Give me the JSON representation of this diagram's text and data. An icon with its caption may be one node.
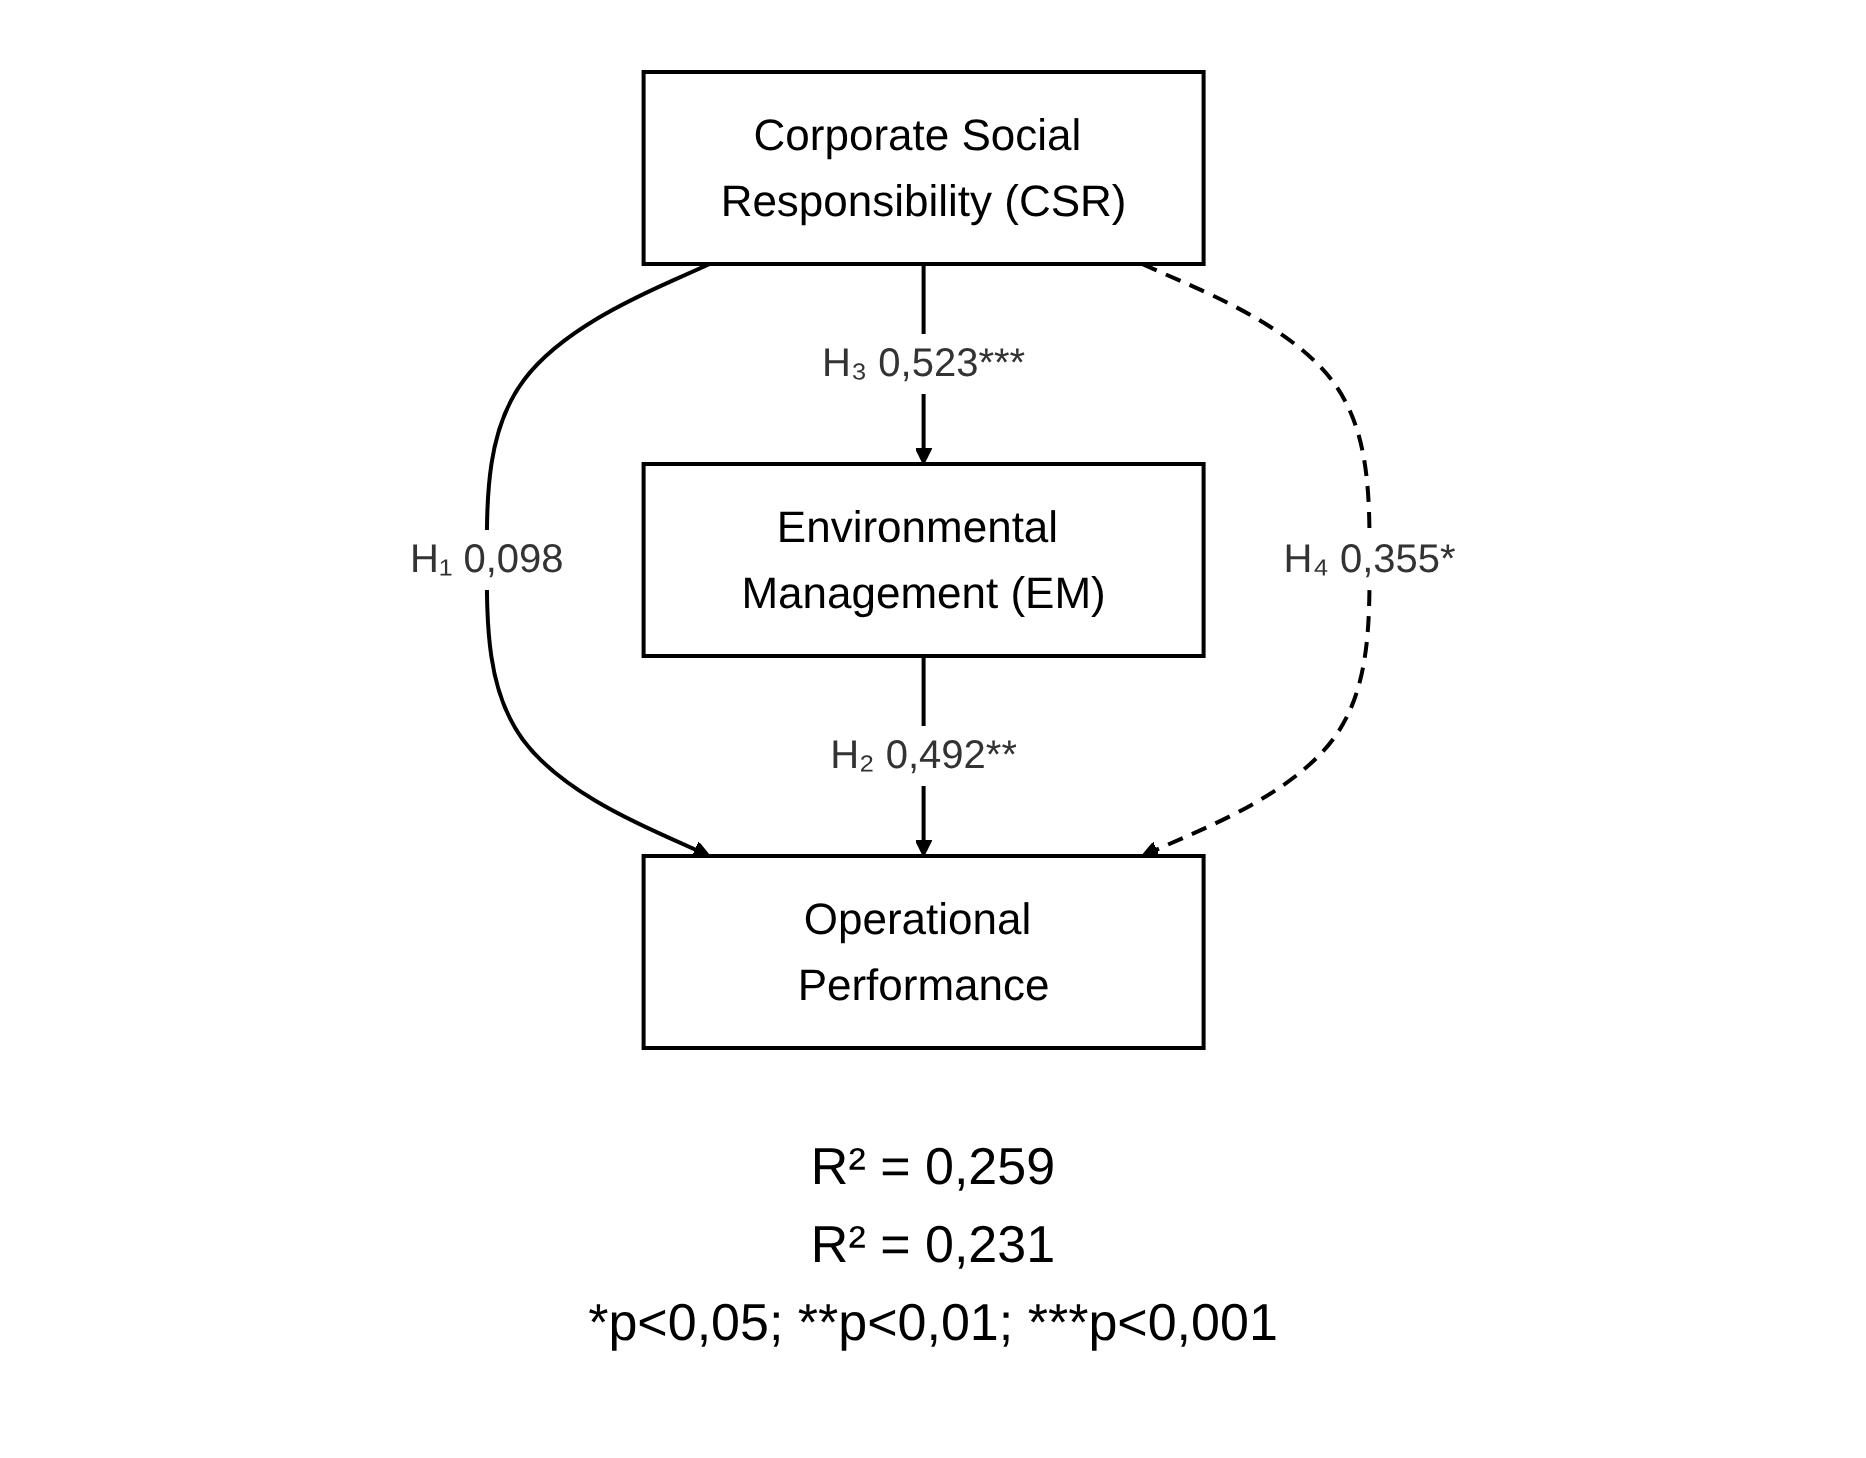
{
  "diagram": {
    "nodes": [
      {
        "text": [
          "Corporate Social Responsibility (CSR)"
        ]
      },
      {
        "text": [
          "Operational Performance"
        ]
      },
      {
        "text": [
          "Environmental Management (EM)"
        ]
      }
    ],
    "edges": [
      {
        "from": 0,
        "to": 1,
        "arrow": "to",
        "label": "H₁ 0,098"
      },
      {
        "from": 0,
        "to": 2,
        "arrow": "to",
        "label": "H₃ 0,523***"
      },
      {
        "from": 2,
        "to": 1,
        "arrow": "to",
        "label": "H₂ 0,492**"
      },
      {
        "from": 0,
        "to": 1,
        "arrow": "to",
        "label": "H₄ 0,355*",
        "style": "dashed"
      }
    ],
    "labels": [
      "R² = 0,259",
      "R² = 0,231",
      "*p<0,05; **p<0,01; ***p<0,001"
    ]
  }
}
